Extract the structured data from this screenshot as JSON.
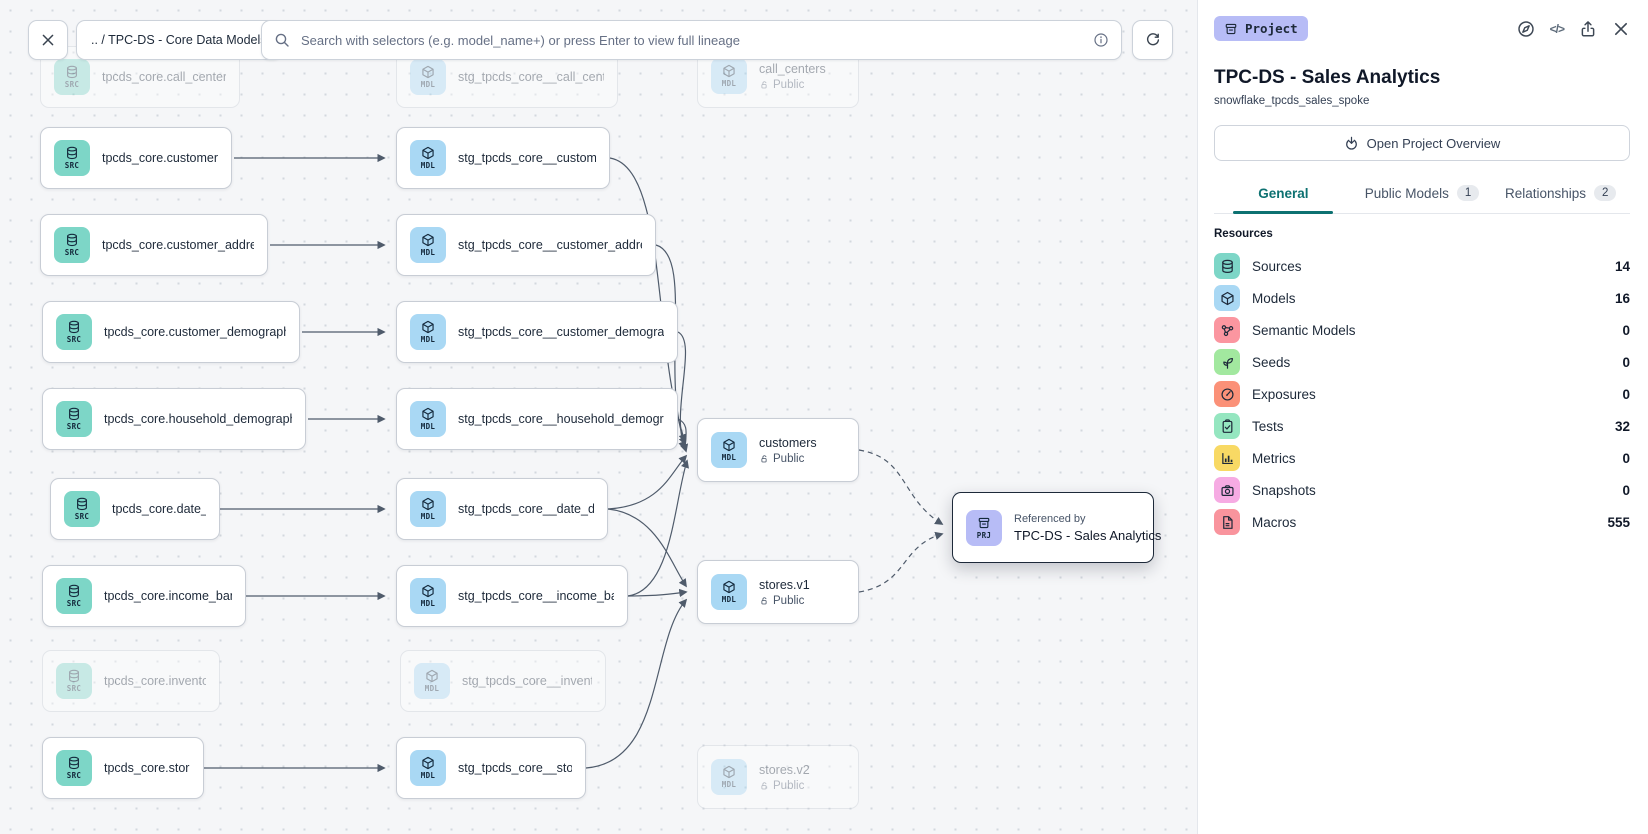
{
  "toolbar": {
    "breadcrumb": ".. / TPC-DS - Core Data Models",
    "search_placeholder": "Search with selectors (e.g. model_name+) or press Enter to view full lineage"
  },
  "canvas": {
    "nodes": [
      {
        "kind": "SRC",
        "label": "tpcds_core.call_center",
        "faded": true
      },
      {
        "kind": "MDL",
        "label": "stg_tpcds_core__call_center",
        "faded": true
      },
      {
        "kind": "MDL",
        "label": "call_centers",
        "sublabel": "Public",
        "faded": true
      },
      {
        "kind": "SRC",
        "label": "tpcds_core.customer"
      },
      {
        "kind": "MDL",
        "label": "stg_tpcds_core__customer"
      },
      {
        "kind": "SRC",
        "label": "tpcds_core.customer_address"
      },
      {
        "kind": "MDL",
        "label": "stg_tpcds_core__customer_address"
      },
      {
        "kind": "SRC",
        "label": "tpcds_core.customer_demographics"
      },
      {
        "kind": "MDL",
        "label": "stg_tpcds_core__customer_demogra..."
      },
      {
        "kind": "SRC",
        "label": "tpcds_core.household_demographics"
      },
      {
        "kind": "MDL",
        "label": "stg_tpcds_core__household_demogr..."
      },
      {
        "kind": "SRC",
        "label": "tpcds_core.date_dim"
      },
      {
        "kind": "MDL",
        "label": "stg_tpcds_core__date_dim"
      },
      {
        "kind": "SRC",
        "label": "tpcds_core.income_band"
      },
      {
        "kind": "MDL",
        "label": "stg_tpcds_core__income_band"
      },
      {
        "kind": "SRC",
        "label": "tpcds_core.inventory",
        "faded": true
      },
      {
        "kind": "MDL",
        "label": "stg_tpcds_core__inventory",
        "faded": true
      },
      {
        "kind": "SRC",
        "label": "tpcds_core.store"
      },
      {
        "kind": "MDL",
        "label": "stg_tpcds_core__store"
      },
      {
        "kind": "MDL",
        "label": "customers",
        "sublabel": "Public"
      },
      {
        "kind": "MDL",
        "label": "stores.v1",
        "sublabel": "Public"
      },
      {
        "kind": "MDL",
        "label": "stores.v2",
        "sublabel": "Public",
        "faded": true
      },
      {
        "kind": "PRJ",
        "ref_label": "Referenced by",
        "label": "TPC-DS - Sales Analytics"
      }
    ]
  },
  "panel": {
    "badge_label": "Project",
    "title": "TPC-DS - Sales Analytics",
    "subtitle": "snowflake_tpcds_sales_spoke",
    "overview_button": "Open Project Overview",
    "tabs": [
      {
        "label": "General",
        "active": true
      },
      {
        "label": "Public Models",
        "badge": "1"
      },
      {
        "label": "Relationships",
        "badge": "2"
      }
    ],
    "resources_header": "Resources",
    "resources": [
      {
        "label": "Sources",
        "count": "14",
        "color": "#7dd6c7",
        "icon": "database-icon"
      },
      {
        "label": "Models",
        "count": "16",
        "color": "#a9d8f4",
        "icon": "cube-icon"
      },
      {
        "label": "Semantic Models",
        "count": "0",
        "color": "#fb96a0",
        "icon": "semantic-graph-icon"
      },
      {
        "label": "Seeds",
        "count": "0",
        "color": "#a2e89f",
        "icon": "seedling-icon"
      },
      {
        "label": "Exposures",
        "count": "0",
        "color": "#fb9178",
        "icon": "gauge-icon"
      },
      {
        "label": "Tests",
        "count": "32",
        "color": "#95e6c0",
        "icon": "clipboard-check-icon"
      },
      {
        "label": "Metrics",
        "count": "0",
        "color": "#f8d964",
        "icon": "bar-chart-icon"
      },
      {
        "label": "Snapshots",
        "count": "0",
        "color": "#f6abe3",
        "icon": "camera-icon"
      },
      {
        "label": "Macros",
        "count": "555",
        "color": "#f9949d",
        "icon": "document-icon"
      }
    ]
  },
  "colors": {
    "accent_teal": "#0d7171",
    "src_chip": "#7dd6c7",
    "mdl_chip": "#a9d8f4",
    "prj_chip": "#b7bcf6",
    "canvas_bg": "#f5f6f8"
  }
}
